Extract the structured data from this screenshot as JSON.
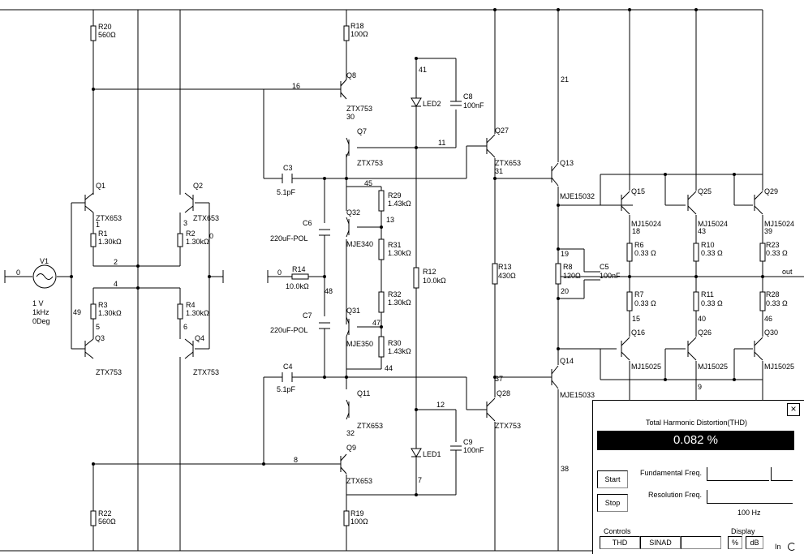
{
  "thd_panel": {
    "close": "×",
    "title": "Total Harmonic Distortion(THD)",
    "readout": "0.082 %",
    "start": "Start",
    "stop": "Stop",
    "fundamental_label": "Fundamental Freq.",
    "resolution_label": "Resolution Freq.",
    "resolution_value": "100 Hz",
    "controls_label": "Controls",
    "thd_btn": "THD",
    "sinad_btn": "SINAD",
    "display_label": "Display",
    "percent_btn": "%",
    "db_btn": "dB",
    "in_label": "In"
  },
  "parts": {
    "R20": "R20",
    "R20_val": "560Ω",
    "R22": "R22",
    "R22_val": "560Ω",
    "R18": "R18",
    "R18_val": "100Ω",
    "R19": "R19",
    "R19_val": "100Ω",
    "Q1": "Q1",
    "Q1_t": "ZTX653",
    "Q2": "Q2",
    "Q2_t": "ZTX653",
    "Q3": "Q3",
    "Q3_t": "ZTX753",
    "Q4": "Q4",
    "Q4_t": "ZTX753",
    "R1": "R1",
    "R1_val": "1.30kΩ",
    "R2": "R2",
    "R2_val": "1.30kΩ",
    "R3": "R3",
    "R3_val": "1.30kΩ",
    "R4": "R4",
    "R4_val": "1.30kΩ",
    "V1": "V1",
    "V1_a": "1 V",
    "V1_f": "1kHz",
    "V1_p": "0Deg",
    "Q8": "Q8",
    "Q8_t": "ZTX753",
    "Q7": "Q7",
    "Q7_t": "ZTX753",
    "LED2": "LED2",
    "LED1": "LED1",
    "C8": "C8",
    "C8_val": "100nF",
    "C9": "C9",
    "C9_val": "100nF",
    "C3": "C3",
    "C3_val": "5.1pF",
    "C4": "C4",
    "C4_val": "5.1pF",
    "C6": "C6",
    "C6_val": "220uF-POL",
    "C7": "C7",
    "C7_val": "220uF-POL",
    "R14": "R14",
    "R14_val": "10.0kΩ",
    "Q32": "Q32",
    "Q32_t": "MJE340",
    "Q31": "Q31",
    "Q31_t": "MJE350",
    "R29": "R29",
    "R29_val": "1.43kΩ",
    "R31": "R31",
    "R31_val": "1.30kΩ",
    "R32": "R32",
    "R32_val": "1.30kΩ",
    "R30": "R30",
    "R30_val": "1.43kΩ",
    "R12": "R12",
    "R12_val": "10.0kΩ",
    "Q11": "Q11",
    "Q11_t": "ZTX653",
    "Q9": "Q9",
    "Q9_t": "ZTX653",
    "Q27": "Q27",
    "Q27_t": "ZTX653",
    "Q28": "Q28",
    "Q28_t": "ZTX753",
    "R13": "R13",
    "R13_val": "430Ω",
    "Q13": "Q13",
    "Q13_t": "MJE15032",
    "Q14": "Q14",
    "Q14_t": "MJE15033",
    "R8": "R8",
    "R8_val": "120Ω",
    "C5": "C5",
    "C5_val": "100nF",
    "Q15": "Q15",
    "Q15_t": "MJ15024",
    "Q25": "Q25",
    "Q25_t": "MJ15024",
    "Q29": "Q29",
    "Q29_t": "MJ15024",
    "Q16": "Q16",
    "Q16_t": "MJ15025",
    "Q26": "Q26",
    "Q26_t": "MJ15025",
    "Q30": "Q30",
    "Q30_t": "MJ15025",
    "R6": "R6",
    "R6_val": "0.33 Ω",
    "R10": "R10",
    "R10_val": "0.33 Ω",
    "R23": "R23",
    "R23_val": "0.33 Ω",
    "R7": "R7",
    "R7_val": "0.33 Ω",
    "R11": "R11",
    "R11_val": "0.33 Ω",
    "R28": "R28",
    "R28_val": "0.33 Ω",
    "out": "out"
  },
  "nodes": {
    "n16": "16",
    "n41": "41",
    "n30": "30",
    "n11": "11",
    "n21": "21",
    "n45": "45",
    "n13": "13",
    "n31": "31",
    "n18": "18",
    "n43": "43",
    "n39": "39",
    "n19": "19",
    "n20": "20",
    "n15": "15",
    "n40": "40",
    "n46": "46",
    "n48": "48",
    "n47": "47",
    "n44": "44",
    "n37": "37",
    "n12": "12",
    "n32": "32",
    "n7": "7",
    "n8": "8",
    "n38": "38",
    "n9": "9",
    "n2": "2",
    "n4": "4",
    "n1": "1",
    "n3": "3",
    "n0a": "0",
    "n0b": "0",
    "n0c": "0",
    "n5": "5",
    "n6": "6",
    "n49": "49"
  }
}
